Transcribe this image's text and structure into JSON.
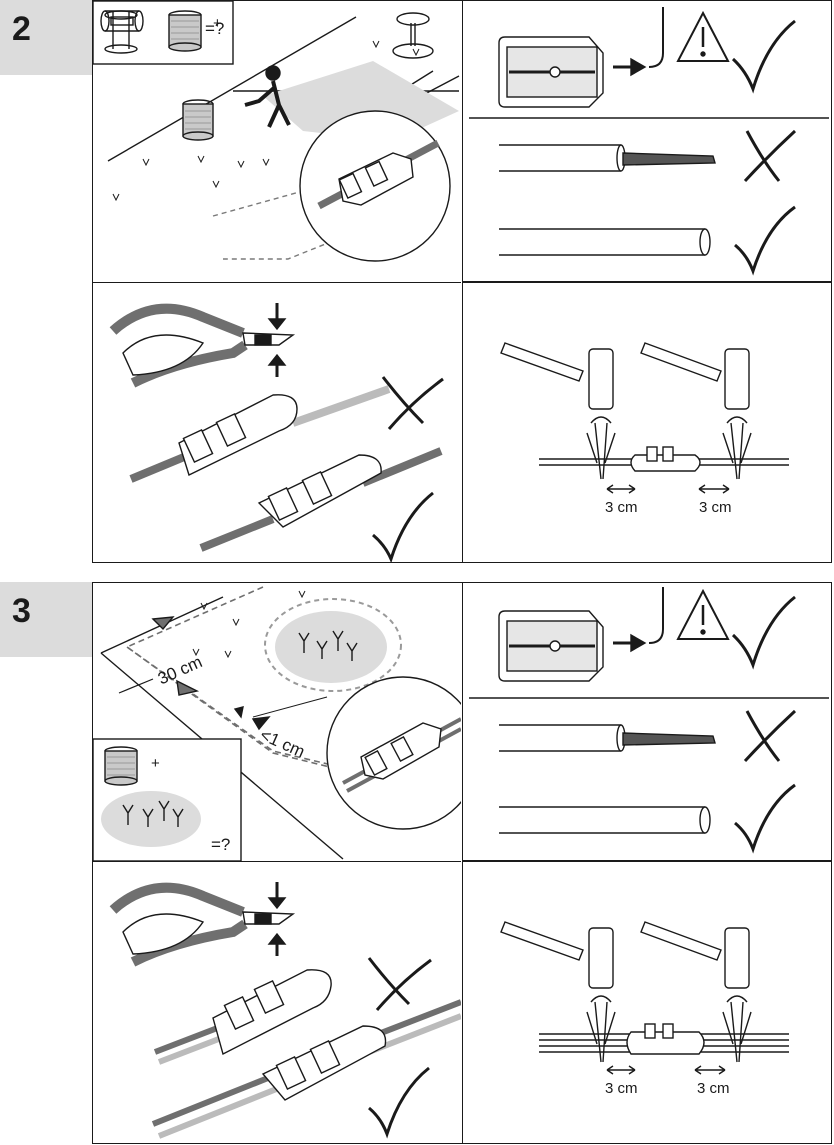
{
  "steps": [
    {
      "number": "2",
      "equation": {
        "plus": "+",
        "result": "=?"
      },
      "spacing": {
        "left": "3 cm",
        "right": "3 cm"
      }
    },
    {
      "number": "3",
      "equation": {
        "plus": "+",
        "result": "=?"
      },
      "distances": {
        "border": "30 cm",
        "gap": "<1 cm"
      },
      "spacing": {
        "left": "3 cm",
        "right": "3 cm"
      }
    }
  ],
  "icons": [
    "spool-icon",
    "wire-spool-icon",
    "person-walking-icon",
    "flower-bed-icon",
    "robot-mower-icon",
    "warning-icon",
    "check-icon",
    "cross-icon",
    "pliers-icon",
    "connector-icon",
    "wire-end-icon",
    "peg-icon",
    "hammer-icon"
  ],
  "colors": {
    "line": "#1a1a1a",
    "tab": "#dcdcdc",
    "wire": "#6f6f6f",
    "shade": "#d8d8d8"
  }
}
